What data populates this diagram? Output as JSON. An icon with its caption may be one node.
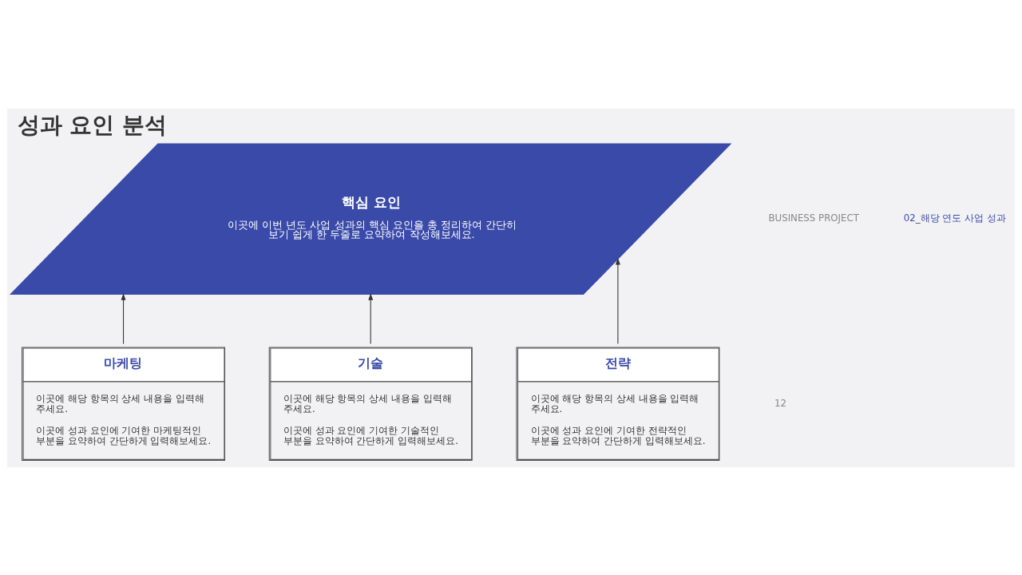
{
  "diagram": {
    "title": "성과 요인 분석",
    "nodes": [
      {
        "text": [
          "핵심 요인",
          "이곳에 이번 년도 사업 성과의 핵심 요인을 총 정리하여 간단히 보기 쉽게 한 두줄로 요약하여 작성해보세요."
        ]
      },
      {
        "text": [
          "마케팅",
          "이곳에 해당 항목의 상세 내용을 입력해 주세요.",
          "이곳에 성과 요인에 기여한 마케팅적인 부분을 요약하여 간단하게 입력해보세요."
        ]
      },
      {
        "text": [
          "기술",
          "이곳에 해당 항목의 상세 내용을 입력해 주세요.",
          "이곳에 성과 요인에 기여한 기술적인 부분을 요약하여 간단하게 입력해보세요."
        ]
      },
      {
        "text": [
          "전략",
          "이곳에 해당 항목의 상세 내용을 입력해 주세요.",
          "이곳에 성과 요인에 기여한 전략적인 부분을 요약하여 간단하게 입력해보세요."
        ]
      }
    ],
    "edges": [
      {
        "from": 1,
        "to": 0,
        "arrow": "to"
      },
      {
        "from": 2,
        "to": 0,
        "arrow": "to"
      },
      {
        "from": 3,
        "to": 0,
        "arrow": "to"
      }
    ],
    "labels": [
      "BUSINESS PROJECT",
      "02_해당 연도 사업 성과",
      "12"
    ]
  }
}
